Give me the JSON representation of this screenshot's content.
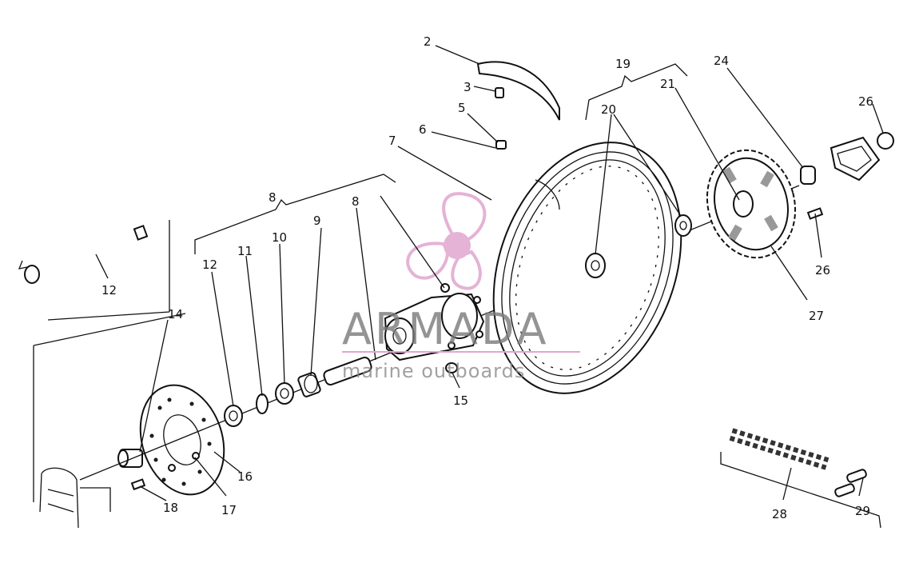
{
  "callouts": [
    "2",
    "3",
    "5",
    "6",
    "7",
    "8",
    "8",
    "9",
    "10",
    "11",
    "12",
    "12",
    "14",
    "15",
    "16",
    "17",
    "18",
    "19",
    "20",
    "21",
    "24",
    "26",
    "26",
    "27",
    "28",
    "29"
  ],
  "watermark": {
    "brand": "ARMADA",
    "tagline": "marine outboards",
    "accent_color": "#e0a6cf"
  }
}
